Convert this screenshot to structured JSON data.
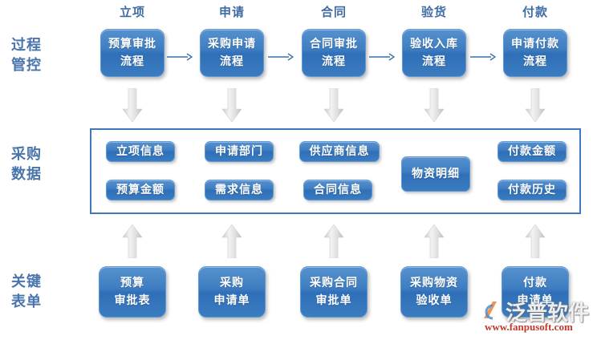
{
  "diagram": {
    "title_row_labels": [
      {
        "name": "process-control",
        "line1": "过程",
        "line2": "管控"
      },
      {
        "name": "purchase-data",
        "line1": "采购",
        "line2": "数据"
      },
      {
        "name": "key-forms",
        "line1": "关键",
        "line2": "表单"
      }
    ],
    "stage_headers": [
      {
        "label": "立项"
      },
      {
        "label": "申请"
      },
      {
        "label": "合同"
      },
      {
        "label": "验货"
      },
      {
        "label": "付款"
      }
    ],
    "process_boxes": [
      {
        "line1": "预算审批",
        "line2": "流程"
      },
      {
        "line1": "采购申请",
        "line2": "流程"
      },
      {
        "line1": "合同审批",
        "line2": "流程"
      },
      {
        "line1": "验收入库",
        "line2": "流程"
      },
      {
        "line1": "申请付款",
        "line2": "流程"
      }
    ],
    "data_chips": [
      {
        "label": "立项信息",
        "row": "top",
        "col": 0
      },
      {
        "label": "申请部门",
        "row": "top",
        "col": 1
      },
      {
        "label": "供应商信息",
        "row": "top",
        "col": 2
      },
      {
        "label": "付款金额",
        "row": "top",
        "col": 4
      },
      {
        "label": "预算金额",
        "row": "bottom",
        "col": 0
      },
      {
        "label": "需求信息",
        "row": "bottom",
        "col": 1
      },
      {
        "label": "合同信息",
        "row": "bottom",
        "col": 2
      },
      {
        "label": "付款历史",
        "row": "bottom",
        "col": 4
      },
      {
        "label": "物资明细",
        "row": "middle",
        "col": 3
      }
    ],
    "form_boxes": [
      {
        "line1": "预算",
        "line2": "审批表"
      },
      {
        "line1": "采购",
        "line2": "申请单"
      },
      {
        "line1": "采购合同",
        "line2": "审批单"
      },
      {
        "line1": "采购物资",
        "line2": "验收单"
      },
      {
        "line1": "付款",
        "line2": "申请单"
      }
    ],
    "colors": {
      "box_blue_light": "#5691cd",
      "box_blue_dark": "#2f6fb8",
      "box_border": "#5f9ad6",
      "panel_border": "#3f78bb",
      "label_blue": "#4a74ac",
      "header_blue": "#3f6ba4",
      "arrow_blue": "#3b6ea8",
      "arrow_gray": "#d9d9d9",
      "watermark_red": "#c0392b"
    },
    "watermark": {
      "brand": "泛普软件",
      "url": "www.fanpusoft.com"
    }
  }
}
